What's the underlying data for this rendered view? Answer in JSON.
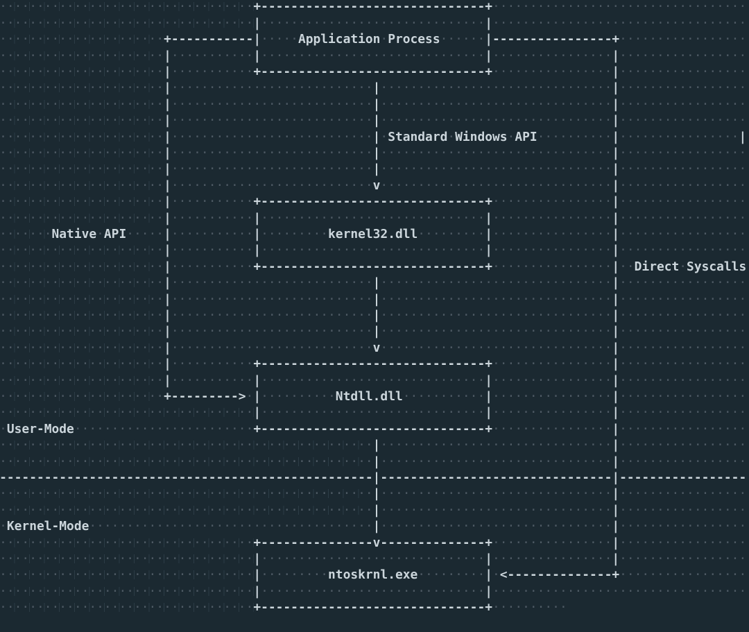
{
  "colors": {
    "background": "#1b2931",
    "text": "#ccd6dc",
    "whitespace_dot": "#4e5a64",
    "indent_guide": "#2e3d47"
  },
  "diagram": {
    "type": "ascii-flowchart",
    "nodes": [
      "Application Process",
      "kernel32.dll",
      "Ntdll.dll",
      "ntoskrnl.exe"
    ],
    "edges": [
      {
        "from": "Application Process",
        "to": "kernel32.dll",
        "label": "Standard Windows API"
      },
      {
        "from": "Application Process",
        "to": "Ntdll.dll",
        "label": "Native API"
      },
      {
        "from": "Application Process",
        "to": "ntoskrnl.exe",
        "label": "Direct Syscalls"
      },
      {
        "from": "kernel32.dll",
        "to": "Ntdll.dll",
        "label": ""
      },
      {
        "from": "Ntdll.dll",
        "to": "ntoskrnl.exe",
        "label": ""
      }
    ],
    "zone_labels": [
      "User-Mode",
      "Kernel-Mode"
    ]
  },
  "ascii_lines": [
    "                                  +------------------------------+                                  ",
    "                                  |                              |                                  ",
    "                      +-----------|     Application Process      |----------------+                 ",
    "                      |           |                              |                |                 ",
    "                      |           +------------------------------+                |                 ",
    "                      |                           |                               |                 ",
    "                      |                           |                               |                 ",
    "                      |                           |                               |                 ",
    "                      |                           | Standard Windows API          |                |",
    "                      |                           |                               |                 ",
    "                      |                           |                               |                 ",
    "                      |                           v                               |                 ",
    "                      |           +------------------------------+                |                 ",
    "                      |           |                              |                |                 ",
    "       Native API     |           |         kernel32.dll         |                |                 ",
    "                      |           |                              |                |                 ",
    "                      |           +------------------------------+                |  Direct Syscalls",
    "                      |                           |                               |                 ",
    "                      |                           |                               |                 ",
    "                      |                           |                               |                 ",
    "                      |                           |                               |                 ",
    "                      |                           v                               |                 ",
    "                      |           +------------------------------+                |                 ",
    "                      |           |                              |                |                 ",
    "                      +---------> |          Ntdll.dll           |                |                 ",
    "                                  |                              |                |                 ",
    " User-Mode                        +------------------------------+                |                 ",
    "                                                  |                               |                 ",
    "                                                  |                               |                 ",
    "--------------------------------------------------|-------------------------------|-----------------",
    "                                                  |                               |                 ",
    "                                                  |                               |                 ",
    " Kernel-Mode                                      |                               |                 ",
    "                                  +---------------v--------------+                |                 ",
    "                                  |                              |                |                 ",
    "                                  |         ntoskrnl.exe         | <--------------+                 ",
    "                                  |                              |                                  ",
    "                                  +------------------------------+          ",
    ""
  ]
}
